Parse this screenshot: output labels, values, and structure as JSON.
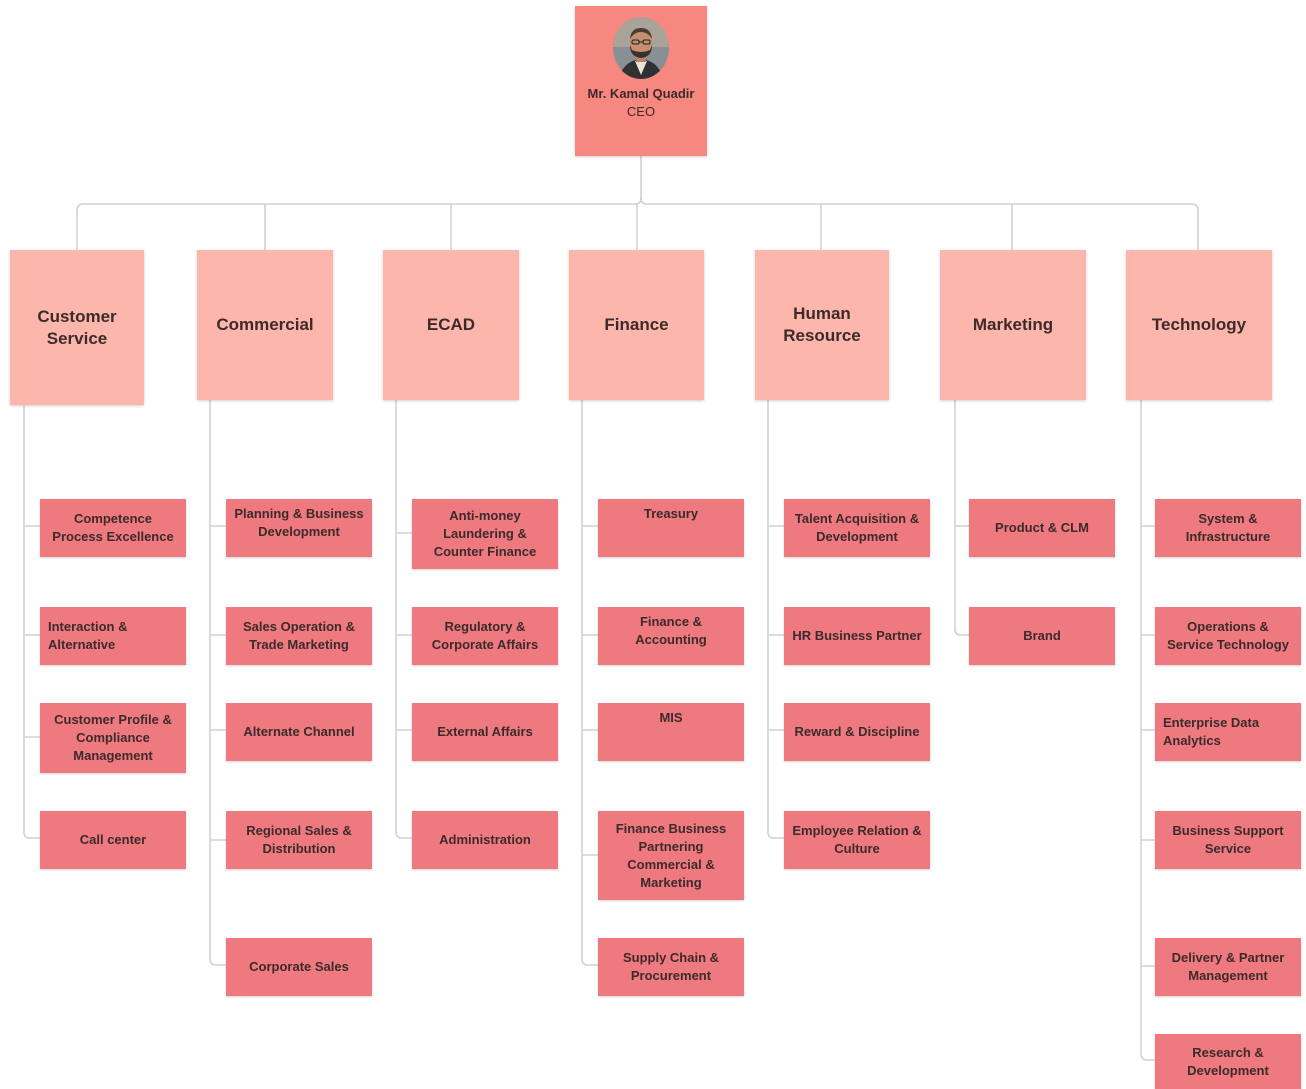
{
  "ceo": {
    "name": "Mr. Kamal Quadir",
    "title": "CEO"
  },
  "colors": {
    "ceo": "#f7887f",
    "department": "#fcb6ab",
    "unit": "#ee7a80",
    "connector": "#d2d2d2"
  },
  "departments": [
    {
      "label": "Customer\nService",
      "units": [
        "Competence\nProcess Excellence",
        "Interaction &\nAlternative",
        "Customer Profile &\nCompliance\nManagement",
        "Call center"
      ]
    },
    {
      "label": "Commercial",
      "units": [
        "Planning & Business\nDevelopment",
        "Sales Operation &\nTrade Marketing",
        "Alternate Channel",
        "Regional Sales &\nDistribution",
        "Corporate Sales"
      ]
    },
    {
      "label": "ECAD",
      "units": [
        "Anti-money\nLaundering &\nCounter Finance",
        "Regulatory &\nCorporate Affairs",
        "External Affairs",
        "Administration"
      ]
    },
    {
      "label": "Finance",
      "units": [
        "Treasury",
        "Finance &\nAccounting",
        "MIS",
        "Finance Business\nPartnering\nCommercial &\nMarketing",
        "Supply Chain &\nProcurement"
      ]
    },
    {
      "label": "Human\nResource",
      "units": [
        "Talent Acquisition &\nDevelopment",
        "HR Business Partner",
        "Reward & Discipline",
        "Employee Relation &\nCulture"
      ]
    },
    {
      "label": "Marketing",
      "units": [
        "Product & CLM",
        "Brand"
      ]
    },
    {
      "label": "Technology",
      "units": [
        "System &\nInfrastructure",
        "Operations &\nService Technology",
        "Enterprise Data\nAnalytics",
        "Business Support\nService",
        "Delivery & Partner\nManagement",
        "Research &\nDevelopment"
      ]
    }
  ]
}
